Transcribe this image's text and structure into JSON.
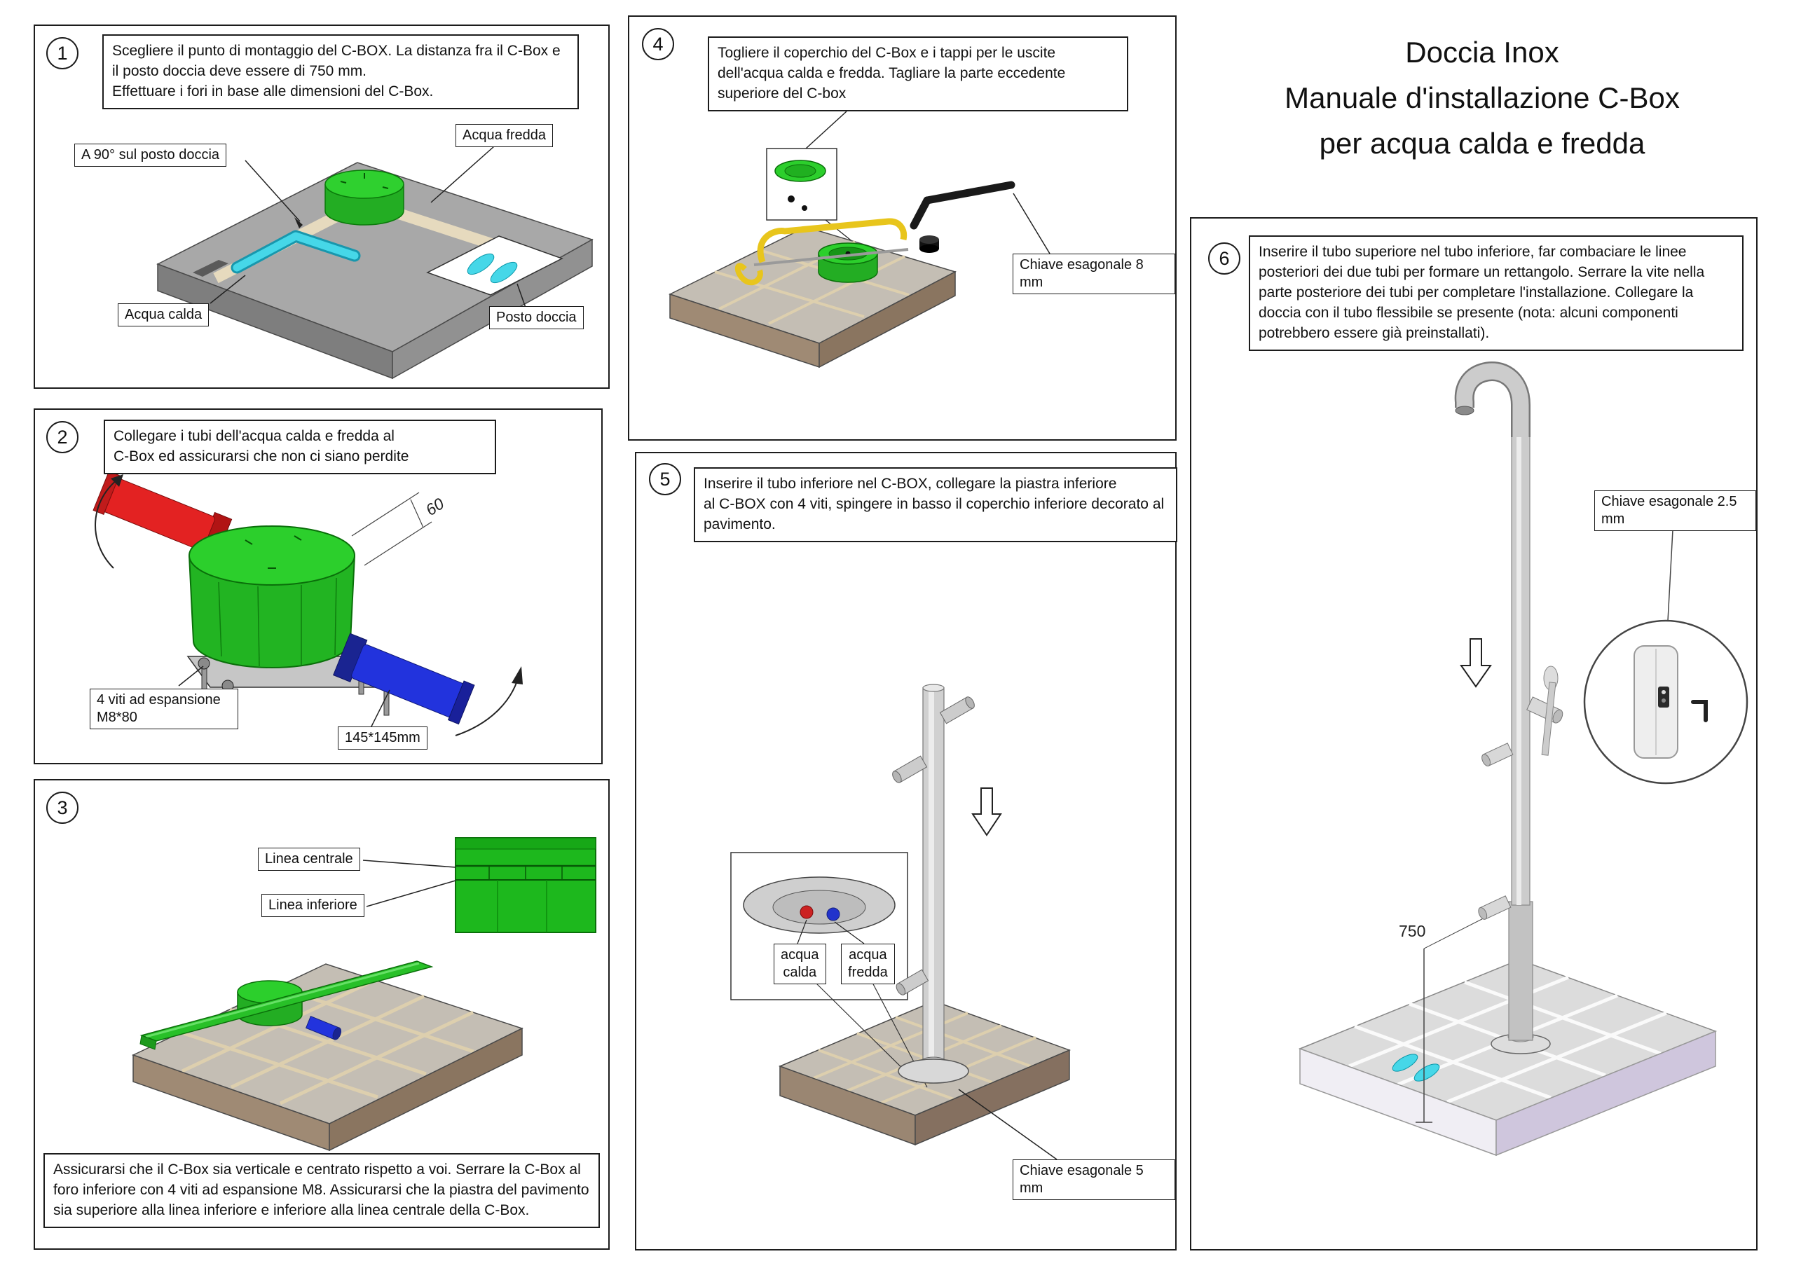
{
  "title": {
    "line1": "Doccia Inox",
    "line2": "Manuale d'installazione C-Box",
    "line3": "per acqua calda e fredda"
  },
  "colors": {
    "cbox_green": "#2ccf2c",
    "hot_red": "#e32222",
    "cold_blue": "#2233dd",
    "water_cyan": "#46d7e8",
    "saw_yellow": "#e8c51c",
    "slab_gray": "#a8a8a8",
    "tile_grout_tan": "#ddcfae"
  },
  "steps": {
    "step1": {
      "number": "1",
      "instruction": "Scegliere il punto di montaggio del C-BOX. La distanza fra il C-Box e il posto doccia deve essere di 750 mm.\nEffettuare i fori in base alle dimensioni del C-Box.",
      "labels": {
        "angle": "A 90° sul posto doccia",
        "cold": "Acqua fredda",
        "hot": "Acqua calda",
        "shower_spot": "Posto doccia"
      }
    },
    "step2": {
      "number": "2",
      "instruction": "Collegare i tubi dell'acqua calda e fredda al\nC-Box ed assicurarsi che non ci siano perdite",
      "labels": {
        "screws": "4 viti ad espansione\nM8*80",
        "plate": "145*145mm",
        "dim": "60"
      }
    },
    "step3": {
      "number": "3",
      "instruction": "Assicurarsi che il C-Box sia verticale e centrato rispetto a voi. Serrare la C-Box al foro inferiore con 4 viti ad espansione M8. Assicurarsi che la piastra del pavimento sia superiore alla linea inferiore e inferiore alla linea centrale della C-Box.",
      "labels": {
        "center_line": "Linea centrale",
        "lower_line": "Linea inferiore"
      }
    },
    "step4": {
      "number": "4",
      "instruction": "Togliere il coperchio del C-Box e i tappi per le uscite\ndell'acqua calda e fredda. Tagliare la parte eccedente\nsuperiore del C-box",
      "labels": {
        "wrench": "Chiave esagonale 8 mm"
      }
    },
    "step5": {
      "number": "5",
      "instruction": "Inserire il tubo inferiore nel C-BOX, collegare la piastra inferiore\nal C-BOX con 4 viti, spingere in basso il coperchio inferiore decorato al\npavimento.",
      "labels": {
        "hot": "acqua\ncalda",
        "cold": "acqua\nfredda",
        "wrench": "Chiave esagonale 5 mm"
      }
    },
    "step6": {
      "number": "6",
      "instruction": "Inserire il tubo superiore nel tubo inferiore, far combaciare le linee posteriori dei due tubi per formare un rettangolo. Serrare la vite nella parte posteriore dei tubi per completare l'installazione. Collegare la doccia con il tubo flessibile se presente (nota: alcuni componenti potrebbero essere già preinstallati).",
      "labels": {
        "wrench": "Chiave esagonale 2.5 mm",
        "dim": "750"
      }
    }
  }
}
